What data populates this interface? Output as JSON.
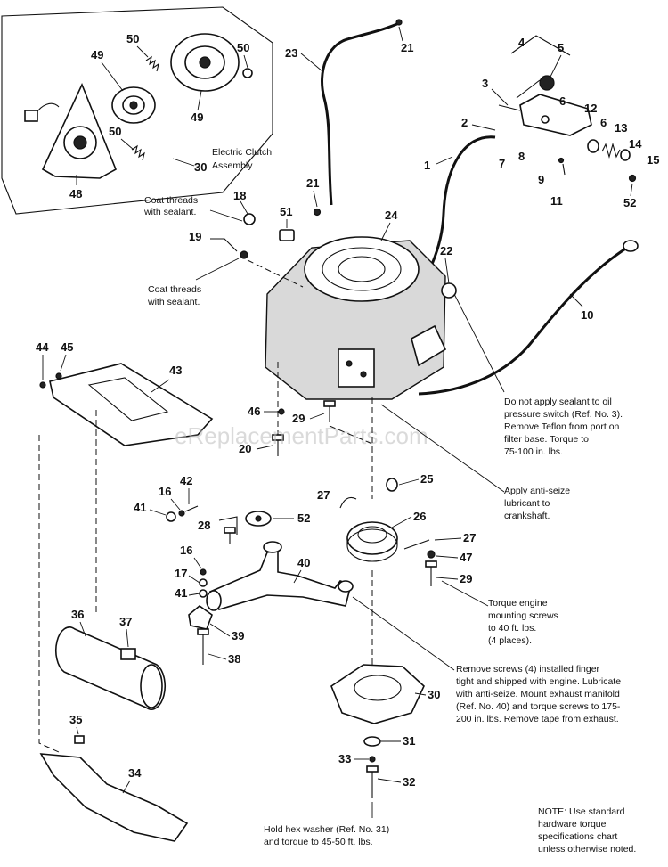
{
  "watermark": "eReplacementParts.com",
  "callouts": {
    "n1": "1",
    "n2": "2",
    "n3": "3",
    "n4": "4",
    "n5": "5",
    "n6a": "6",
    "n6b": "6",
    "n7": "7",
    "n8": "8",
    "n9": "9",
    "n10": "10",
    "n11": "11",
    "n12": "12",
    "n13": "13",
    "n14": "14",
    "n15": "15",
    "n16a": "16",
    "n16b": "16",
    "n17": "17",
    "n18": "18",
    "n19": "19",
    "n20": "20",
    "n21a": "21",
    "n21b": "21",
    "n22": "22",
    "n23": "23",
    "n24": "24",
    "n25": "25",
    "n26": "26",
    "n27a": "27",
    "n27b": "27",
    "n28": "28",
    "n29a": "29",
    "n29b": "29",
    "n30a": "30",
    "n30b": "30",
    "n31": "31",
    "n32": "32",
    "n33": "33",
    "n34": "34",
    "n35": "35",
    "n36": "36",
    "n37": "37",
    "n38": "38",
    "n39": "39",
    "n40": "40",
    "n41a": "41",
    "n41b": "41",
    "n42": "42",
    "n43": "43",
    "n44": "44",
    "n45": "45",
    "n46": "46",
    "n47": "47",
    "n48": "48",
    "n49a": "49",
    "n49b": "49",
    "n50a": "50",
    "n50b": "50",
    "n50c": "50",
    "n51": "51",
    "n52a": "52",
    "n52b": "52"
  },
  "notes": {
    "clutch_line1": "Electric Clutch",
    "clutch_line2": "Assembly",
    "coat1_line1": "Coat threads",
    "coat1_line2": "with sealant.",
    "coat2_line1": "Coat threads",
    "coat2_line2": "with sealant.",
    "oil_line1": "Do not apply sealant to oil",
    "oil_line2": "pressure switch (Ref. No. 3).",
    "oil_line3": "Remove Teflon from port on",
    "oil_line4": "filter base. Torque to",
    "oil_line5": "75-100 in. lbs.",
    "seize_line1": "Apply anti-seize",
    "seize_line2": "lubricant to",
    "seize_line3": "crankshaft.",
    "mount_line1": "Torque engine",
    "mount_line2": "mounting screws",
    "mount_line3": "to 40 ft. lbs.",
    "mount_line4": "(4 places).",
    "exh_line1": "Remove screws (4) installed finger",
    "exh_line2": "tight and shipped with engine.  Lubricate",
    "exh_line3": "with anti-seize. Mount exhaust manifold",
    "exh_line4": "(Ref. No. 40) and torque screws to 175-",
    "exh_line5": "200 in. lbs. Remove tape from exhaust.",
    "hex_line1": "Hold hex washer (Ref. No. 31)",
    "hex_line2": "and torque to 45-50 ft. lbs.",
    "std_line1": "NOTE:  Use standard",
    "std_line2": "hardware torque",
    "std_line3": "specifications chart",
    "std_line4": "unless otherwise noted."
  }
}
